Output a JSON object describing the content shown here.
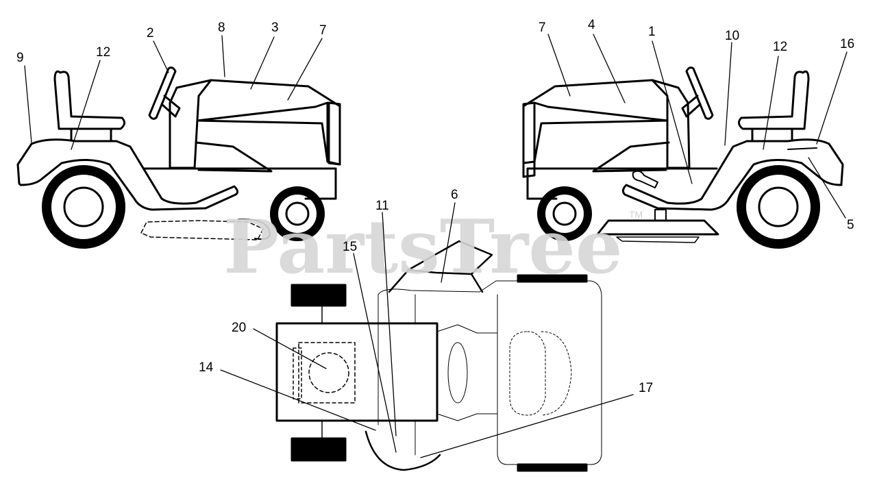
{
  "watermark": {
    "text": "PartsTree",
    "mark": "TM"
  },
  "callouts": [
    "1",
    "2",
    "3",
    "4",
    "5",
    "6",
    "7",
    "7",
    "8",
    "9",
    "10",
    "11",
    "12",
    "12",
    "14",
    "15",
    "16",
    "17",
    "20"
  ],
  "colors": {
    "line": "#000000",
    "watermark": "#d6d6d6",
    "background": "#ffffff"
  }
}
